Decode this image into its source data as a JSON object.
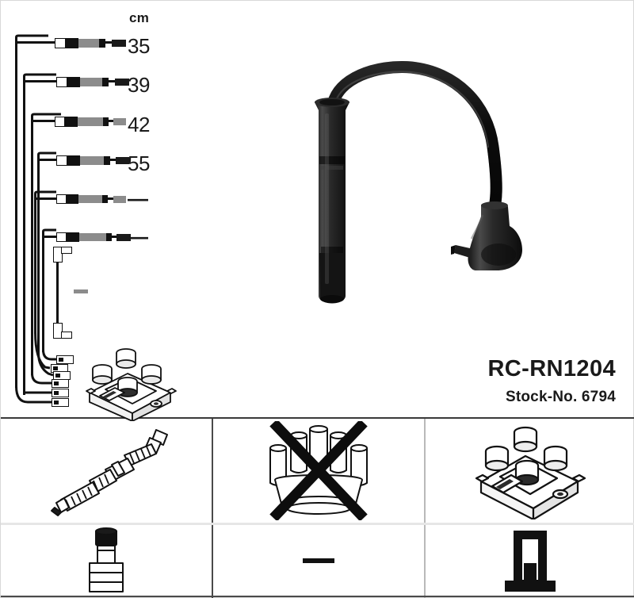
{
  "product": {
    "code": "RC-RN1204",
    "stock_label": "Stock-No. 6794"
  },
  "length_table": {
    "unit_header": "cm",
    "rows": [
      {
        "index": 1,
        "length": "35"
      },
      {
        "index": 2,
        "length": "39"
      },
      {
        "index": 3,
        "length": "42"
      },
      {
        "index": 4,
        "length": "55"
      },
      {
        "index": 5,
        "length": "—"
      },
      {
        "index": 6,
        "length": "—"
      }
    ],
    "extra_cable_length": "—"
  },
  "hero": {
    "name": "ignition-cable",
    "plug_boot": "straight-spark-plug-boot",
    "coil_end": "right-angle-connector"
  },
  "assembly": {
    "coil_pack_towers": 4,
    "lead_count": 6,
    "terminal_count": 6
  },
  "panels": [
    {
      "id": "spark-plug-panel",
      "top_icon": "spark-plug-icon",
      "top_icon_label": "Spark plug",
      "bottom_icon": "plug-boot-icon",
      "bottom_icon_label": "Plug connector boot",
      "crossed_out": false,
      "bottom_is_dash": false,
      "bottom_dash": ""
    },
    {
      "id": "distributor-cap-panel",
      "top_icon": "distributor-cap-icon",
      "top_icon_label": "Distributor cap",
      "bottom_icon": "dash-icon",
      "bottom_icon_label": "Not applicable",
      "crossed_out": true,
      "bottom_is_dash": true,
      "bottom_dash": "—"
    },
    {
      "id": "ignition-coil-panel",
      "top_icon": "ignition-coil-pack-icon",
      "top_icon_label": "Ignition coil pack",
      "bottom_icon": "coil-terminal-icon",
      "bottom_icon_label": "Coil terminal connector",
      "crossed_out": false,
      "bottom_is_dash": false,
      "bottom_dash": ""
    }
  ],
  "colors": {
    "ink": "#111111",
    "gray": "#8c8c8c",
    "rule": "#4a4a4a",
    "faint_rule": "#e6e6e6",
    "background": "#ffffff"
  }
}
